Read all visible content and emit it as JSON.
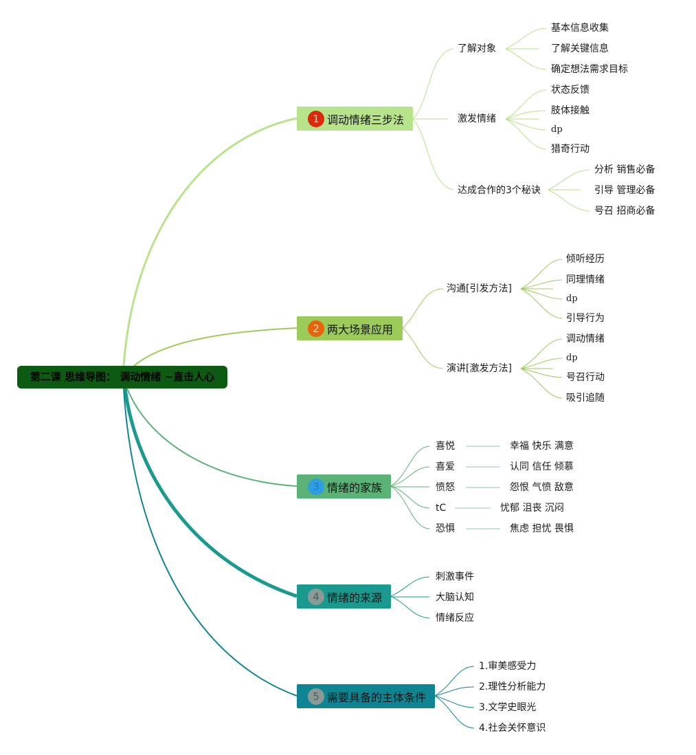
{
  "root": {
    "title": "第二课 思维导图：  调动情绪 ~直击人心"
  },
  "branches": [
    {
      "num": "1",
      "label": "调动情绪三步法",
      "color": "#b7e38a",
      "subs": [
        {
          "label": "了解对象",
          "leaves": [
            "基本信息收集",
            "了解关键信息",
            "确定想法需求目标"
          ]
        },
        {
          "label": "激发情绪",
          "leaves": [
            "状态反馈",
            "肢体接触",
            "dp",
            "猎奇行动"
          ]
        },
        {
          "label": "达成合作的3个秘诀",
          "leaves": [
            "分析 销售必备",
            "引导 管理必备",
            "号召 招商必备"
          ]
        }
      ]
    },
    {
      "num": "2",
      "label": "两大场景应用",
      "color": "#9ccb5a",
      "subs": [
        {
          "label": "沟通[引发方法]",
          "leaves": [
            "倾听经历",
            "同理情绪",
            "dp",
            "引导行为"
          ]
        },
        {
          "label": "演讲[激发方法]",
          "leaves": [
            "调动情绪",
            "dp",
            "号召行动",
            "吸引追随"
          ]
        }
      ]
    },
    {
      "num": "3",
      "label": "情绪的家族",
      "color": "#5ab276",
      "subs": [
        {
          "label": "喜悦",
          "leaves": [
            "幸福 快乐 满意"
          ]
        },
        {
          "label": "喜爱",
          "leaves": [
            "认同 信任 倾慕"
          ]
        },
        {
          "label": "愤怒",
          "leaves": [
            "怨恨 气愤 敌意"
          ]
        },
        {
          "label": "tC",
          "leaves": [
            "忧郁 沮丧 沉闷"
          ]
        },
        {
          "label": "恐惧",
          "leaves": [
            "焦虑 担忧 畏惧"
          ]
        }
      ]
    },
    {
      "num": "4",
      "label": "情绪的来源",
      "color": "#1a9a8e",
      "subs": [
        {
          "label": "刺激事件",
          "leaves": []
        },
        {
          "label": "大脑认知",
          "leaves": []
        },
        {
          "label": "情绪反应",
          "leaves": []
        }
      ]
    },
    {
      "num": "5",
      "label": "需要具备的主体条件",
      "color": "#0f8493",
      "subs": [
        {
          "label": "1.审美感受力",
          "leaves": []
        },
        {
          "label": "2.理性分析能力",
          "leaves": []
        },
        {
          "label": "3.文学史眼光",
          "leaves": []
        },
        {
          "label": "4.社会关怀意识",
          "leaves": []
        }
      ]
    }
  ]
}
